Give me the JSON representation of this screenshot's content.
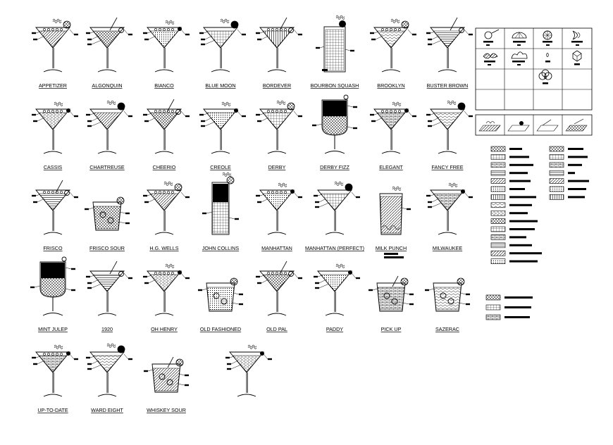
{
  "sheet": {
    "cocktails": [
      {
        "name": "APPETIZER",
        "glass": "martini"
      },
      {
        "name": "ALGONQUIN",
        "glass": "martini"
      },
      {
        "name": "BIANCO",
        "glass": "martini"
      },
      {
        "name": "BLUE MOON",
        "glass": "martini"
      },
      {
        "name": "BORDEVER",
        "glass": "martini"
      },
      {
        "name": "BOURBON SQUASH",
        "glass": "tall"
      },
      {
        "name": "BROOKLYN",
        "glass": "martini"
      },
      {
        "name": "BUSTER BROWN",
        "glass": "martini"
      },
      {
        "name": "CASSIS",
        "glass": "martini"
      },
      {
        "name": "CHARTREUSE",
        "glass": "martini"
      },
      {
        "name": "CHEERIO",
        "glass": "martini"
      },
      {
        "name": "CREOLE",
        "glass": "martini"
      },
      {
        "name": "DERBY",
        "glass": "martini"
      },
      {
        "name": "DERBY FIZZ",
        "glass": "goblet"
      },
      {
        "name": "ELEGANT",
        "glass": "martini"
      },
      {
        "name": "FANCY FREE",
        "glass": "martini"
      },
      {
        "name": "FRISCO",
        "glass": "martini"
      },
      {
        "name": "FRISCO SOUR",
        "glass": "rocks"
      },
      {
        "name": "H.G. WELLS",
        "glass": "martini"
      },
      {
        "name": "JOHN COLLINS",
        "glass": "collins"
      },
      {
        "name": "MANHATTAN",
        "glass": "martini"
      },
      {
        "name": "MANHATTAN (PERFECT)",
        "glass": "martini"
      },
      {
        "name": "MILK PUNCH",
        "glass": "highball"
      },
      {
        "name": "MILWAUKEE",
        "glass": "martini"
      },
      {
        "name": "MINT JULEP",
        "glass": "goblet"
      },
      {
        "name": "1920",
        "glass": "martini"
      },
      {
        "name": "OH HENRY",
        "glass": "martini"
      },
      {
        "name": "OLD FASHIONED",
        "glass": "rocks"
      },
      {
        "name": "OLD PAL",
        "glass": "martini"
      },
      {
        "name": "PADDY",
        "glass": "martini"
      },
      {
        "name": "PICK UP",
        "glass": "rocks"
      },
      {
        "name": "SAZERAC",
        "glass": "rocks"
      },
      {
        "name": "UP-TO-DATE",
        "glass": "martini"
      },
      {
        "name": "WARD EIGHT",
        "glass": "martini"
      },
      {
        "name": "WHISKEY SOUR",
        "glass": "rocks"
      },
      {
        "name": "",
        "glass": "martini"
      }
    ],
    "legend_symbols_grid": {
      "rows": 4,
      "cols": 4,
      "filled_cells": 9
    },
    "legend_garnish_strip": {
      "cells": 4
    },
    "hatch_legend_col1": {
      "entries": 15
    },
    "hatch_legend_col2": {
      "entries": 7
    },
    "hatch_legend_col3": {
      "entries": 3
    },
    "line_color": "#000000",
    "paper_color": "#ffffff"
  }
}
